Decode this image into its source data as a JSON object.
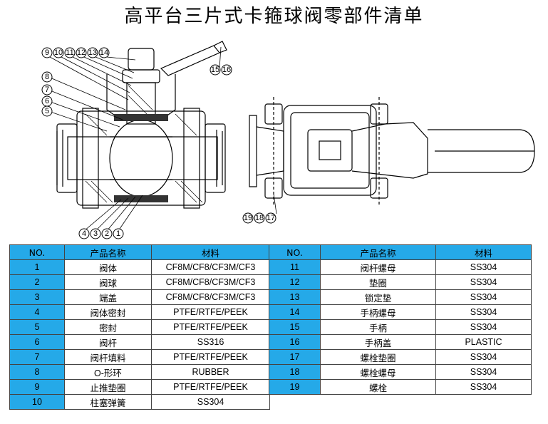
{
  "title": "高平台三片式卡箍球阀零部件清单",
  "headers": {
    "no": "NO.",
    "name": "产品名称",
    "material": "材料"
  },
  "callouts": [
    "1",
    "2",
    "3",
    "4",
    "5",
    "6",
    "7",
    "8",
    "9",
    "10",
    "11",
    "12",
    "13",
    "14",
    "15",
    "16",
    "17",
    "18",
    "19"
  ],
  "parts_left": [
    {
      "no": "1",
      "name": "阀体",
      "material": "CF8M/CF8/CF3M/CF3"
    },
    {
      "no": "2",
      "name": "阀球",
      "material": "CF8M/CF8/CF3M/CF3"
    },
    {
      "no": "3",
      "name": "端盖",
      "material": "CF8M/CF8/CF3M/CF3"
    },
    {
      "no": "4",
      "name": "阀体密封",
      "material": "PTFE/RTFE/PEEK"
    },
    {
      "no": "5",
      "name": "密封",
      "material": "PTFE/RTFE/PEEK"
    },
    {
      "no": "6",
      "name": "阀杆",
      "material": "SS316"
    },
    {
      "no": "7",
      "name": "阀杆填料",
      "material": "PTFE/RTFE/PEEK"
    },
    {
      "no": "8",
      "name": "O-形环",
      "material": "RUBBER"
    },
    {
      "no": "9",
      "name": "止推垫圈",
      "material": "PTFE/RTFE/PEEK"
    },
    {
      "no": "10",
      "name": "柱塞弹簧",
      "material": "SS304"
    }
  ],
  "parts_right": [
    {
      "no": "11",
      "name": "阀杆螺母",
      "material": "SS304"
    },
    {
      "no": "12",
      "name": "垫圈",
      "material": "SS304"
    },
    {
      "no": "13",
      "name": "锁定垫",
      "material": "SS304"
    },
    {
      "no": "14",
      "name": "手柄螺母",
      "material": "SS304"
    },
    {
      "no": "15",
      "name": "手柄",
      "material": "SS304"
    },
    {
      "no": "16",
      "name": "手柄盖",
      "material": "PLASTIC"
    },
    {
      "no": "17",
      "name": "螺栓垫圈",
      "material": "SS304"
    },
    {
      "no": "18",
      "name": "螺栓螺母",
      "material": "SS304"
    },
    {
      "no": "19",
      "name": "螺栓",
      "material": "SS304"
    }
  ]
}
